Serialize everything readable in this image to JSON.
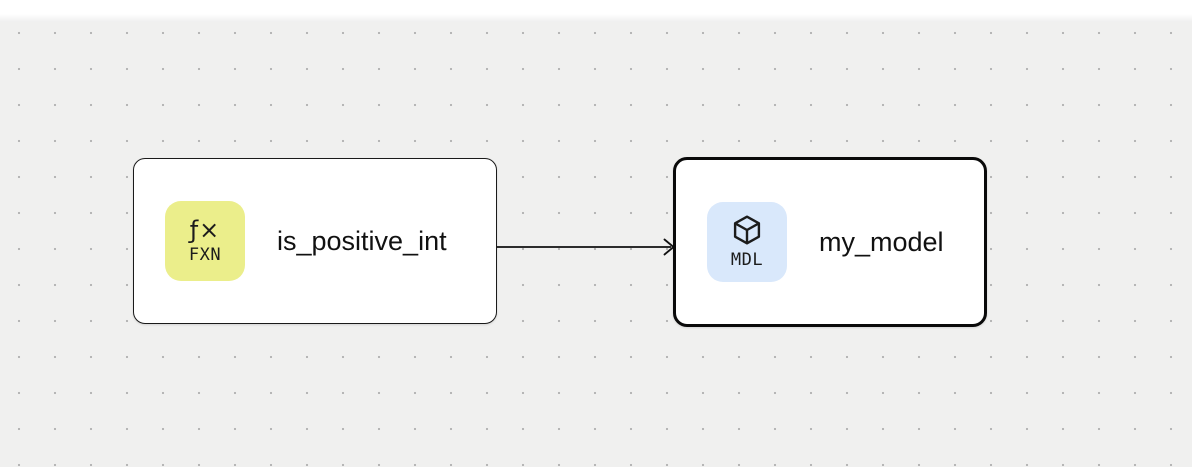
{
  "canvas": {
    "background_color": "#f0f0ef",
    "dot_color": "#b3b3b3",
    "edge_color": "#111111"
  },
  "nodes": [
    {
      "type": "function",
      "label": "is_positive_int",
      "badge": {
        "glyph": "ƒ×",
        "code": "FXN",
        "color": "#ebee8b"
      },
      "selected": false
    },
    {
      "type": "model",
      "label": "my_model",
      "badge": {
        "code": "MDL",
        "color": "#d9e8fb"
      },
      "selected": true
    }
  ],
  "edges": [
    {
      "from": "is_positive_int",
      "to": "my_model",
      "direction": "left-to-right"
    }
  ]
}
